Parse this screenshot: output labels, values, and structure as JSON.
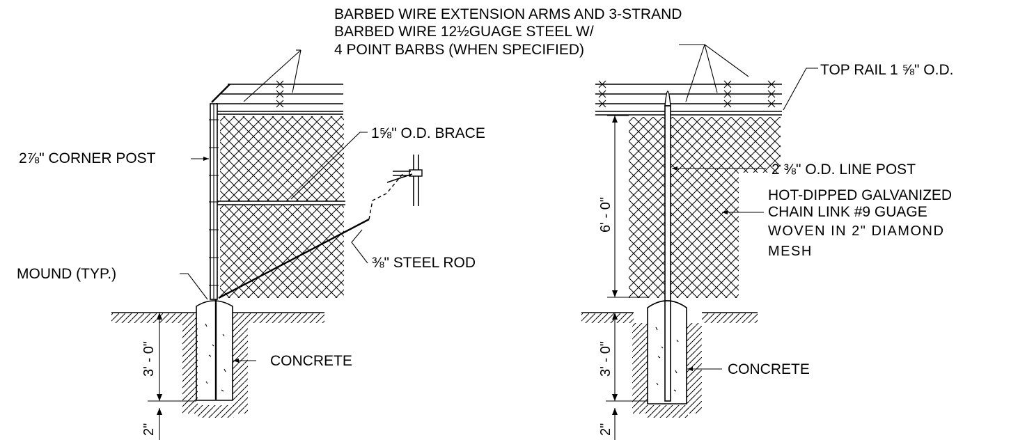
{
  "labels": {
    "barbed_line1": "BARBED WIRE EXTENSION ARMS AND 3-STRAND",
    "barbed_line2": "BARBED WIRE 12½GUAGE STEEL W/",
    "barbed_line3": "4 POINT BARBS (WHEN SPECIFIED)",
    "corner_post": "2⅞\" CORNER POST",
    "brace": "1⅝\" O.D. BRACE",
    "steel_rod": "⅜\" STEEL ROD",
    "mound": "MOUND (TYP.)",
    "concrete_left": "CONCRETE",
    "top_rail": "TOP RAIL 1 ⅝\" O.D.",
    "line_post": "2 ⅜\" O.D. LINE POST",
    "mesh_line1": "HOT-DIPPED GALVANIZED",
    "mesh_line2": "CHAIN LINK #9 GUAGE",
    "mesh_line3": "WOVEN IN 2\" DIAMOND",
    "mesh_line4": "MESH",
    "concrete_right": "CONCRETE"
  },
  "dimensions": {
    "left_depth": "3' - 0\"",
    "left_bottom": "2\"",
    "right_height": "6' - 0\"",
    "right_depth": "3' - 0\"",
    "right_bottom": "2\""
  }
}
